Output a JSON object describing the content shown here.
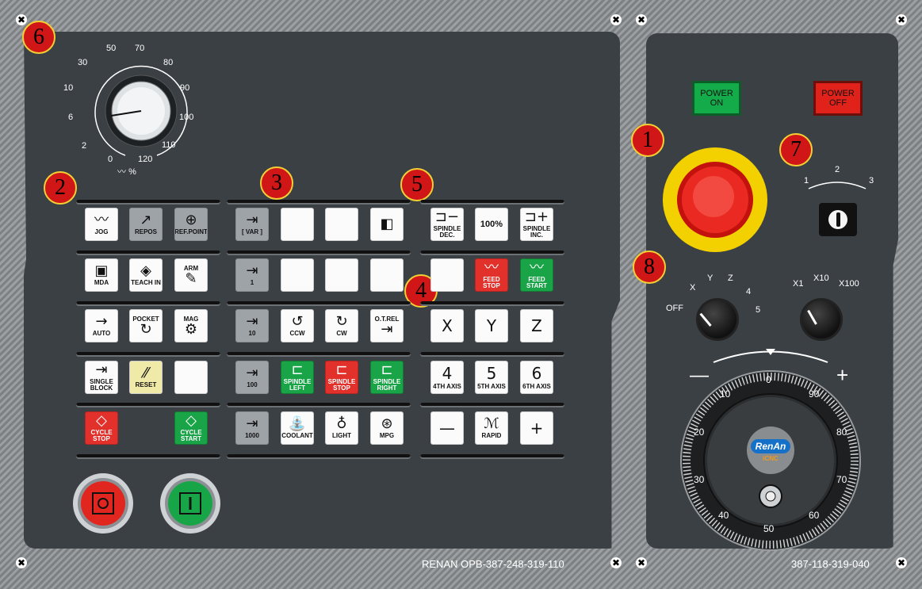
{
  "feed_dial": {
    "ticks": [
      "50",
      "70",
      "30",
      "80",
      "10",
      "90",
      "6",
      "100",
      "2",
      "110",
      "0",
      "120"
    ],
    "unit": "%",
    "icon": "feed-wave-icon"
  },
  "callouts": [
    "1",
    "2",
    "3",
    "4",
    "5",
    "6",
    "7",
    "8"
  ],
  "left_keys": {
    "jog": "JOG",
    "repos": "REPOS",
    "ref_point": "REF.POINT",
    "mda": "MDA",
    "teach_in": "TEACH IN",
    "arm": "ARM",
    "auto": "AUTO",
    "pocket": "POCKET",
    "mag": "MAG",
    "single_block": "SINGLE BLOCK",
    "reset": "RESET",
    "cycle_stop": "CYCLE STOP",
    "cycle_start": "CYCLE START"
  },
  "mid_keys": {
    "var": "[ VAR ]",
    "inc_1": "1",
    "inc_10": "10",
    "inc_100": "100",
    "inc_1000": "1000",
    "ccw": "CCW",
    "cw": "CW",
    "ot_rel": "O.T.REL",
    "spindle_left": "SPINDLE LEFT",
    "spindle_stop": "SPINDLE STOP",
    "spindle_right": "SPINDLE RIGHT",
    "coolant": "COOLANT",
    "light": "LIGHT",
    "mpg": "MPG"
  },
  "right_keys": {
    "spindle_dec": "SPINDLE DEC.",
    "spindle_100": "100%",
    "spindle_inc": "SPINDLE INC.",
    "feed_stop": "FEED STOP",
    "feed_start": "FEED START",
    "x": "X",
    "y": "Y",
    "z": "Z",
    "axis4_num": "4",
    "axis4": "4TH AXIS",
    "axis5_num": "5",
    "axis5": "5TH AXIS",
    "axis6_num": "6",
    "axis6": "6TH AXIS",
    "minus": "—",
    "rapid": "RAPID",
    "plus": "+"
  },
  "power": {
    "on": "POWER ON",
    "off": "POWER OFF"
  },
  "key_switch": {
    "labels": [
      "1",
      "2",
      "3"
    ]
  },
  "axis_selector": {
    "labels": [
      "OFF",
      "X",
      "Y",
      "Z",
      "4",
      "5"
    ]
  },
  "multiplier": {
    "labels": [
      "X1",
      "X10",
      "X100"
    ]
  },
  "handwheel": {
    "minus": "—",
    "plus": "+",
    "scale": [
      "0",
      "10",
      "20",
      "30",
      "40",
      "50",
      "60",
      "70",
      "80",
      "90"
    ],
    "brand": "RenAn",
    "brand_sub": "iCNC"
  },
  "footer": {
    "left_code": "RENAN OPB-387-248-319-110",
    "right_code": "387-118-319-040"
  },
  "colors": {
    "panel": "#3b4044",
    "callout_red": "#d01616",
    "callout_ring": "#f2cf35",
    "estop_red": "#e0221b",
    "estop_yellow": "#f3d100"
  }
}
